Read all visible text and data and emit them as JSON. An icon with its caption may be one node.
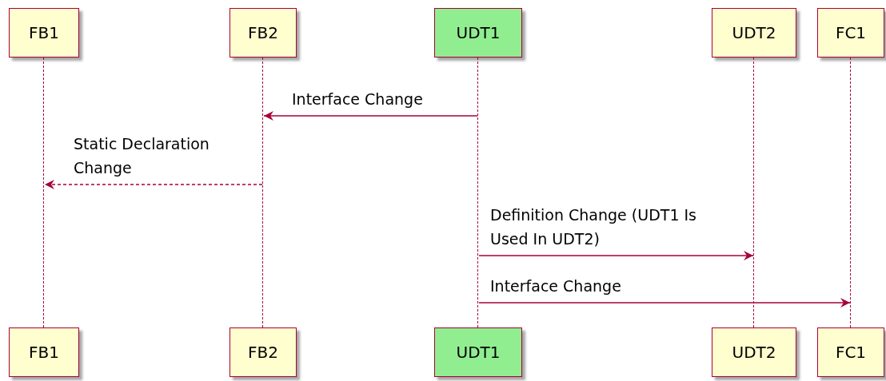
{
  "diagram": {
    "nodes": [
      {
        "text": [
          "FB1"
        ]
      },
      {
        "text": [
          "FB2"
        ]
      },
      {
        "text": [
          "UDT1"
        ]
      },
      {
        "text": [
          "UDT2"
        ]
      },
      {
        "text": [
          "FC1"
        ]
      },
      {
        "text": [
          "FB1"
        ]
      },
      {
        "text": [
          "FB2"
        ]
      },
      {
        "text": [
          "UDT1"
        ]
      },
      {
        "text": [
          "UDT2"
        ]
      },
      {
        "text": [
          "FC1"
        ]
      },
      {
        "text": [],
        "shape": "line"
      },
      {
        "text": [],
        "shape": "line"
      },
      {
        "text": [],
        "shape": "line"
      },
      {
        "text": [],
        "shape": "line"
      },
      {
        "text": [],
        "shape": "line"
      }
    ],
    "edges": [
      {
        "from": 12,
        "to": 11,
        "arrow": "to",
        "label": "Interface Change"
      },
      {
        "from": 11,
        "to": 10,
        "arrow": "to",
        "label": "Static Declaration Change",
        "style": "dashed"
      },
      {
        "from": 12,
        "to": 13,
        "arrow": "to",
        "label": "Definition Change (UDT1 Is Used In UDT2)"
      },
      {
        "from": 12,
        "to": 14,
        "arrow": "to",
        "label": "Interface Change"
      }
    ]
  }
}
